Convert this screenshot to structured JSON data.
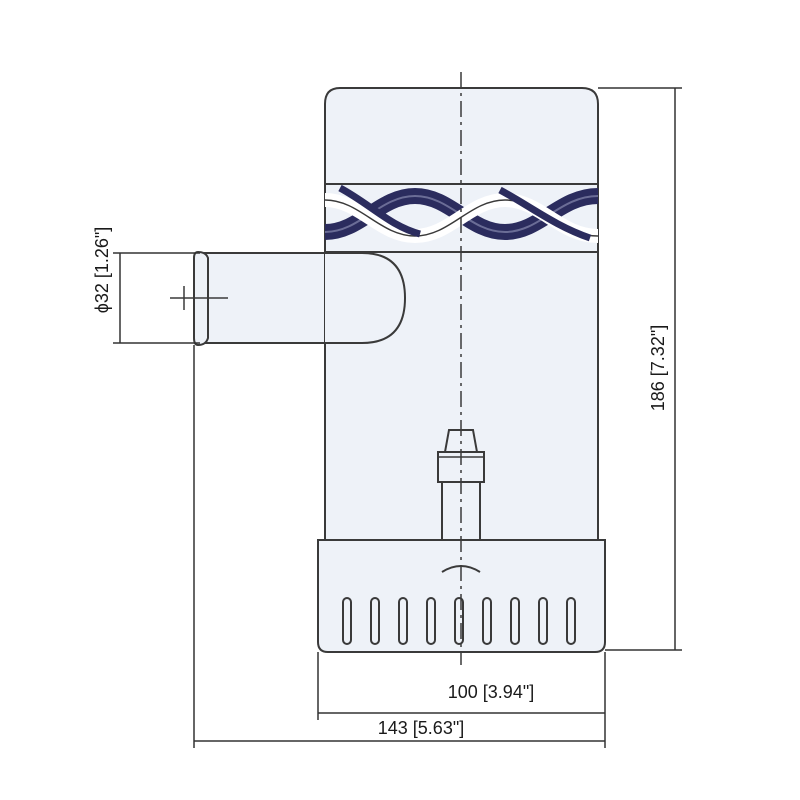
{
  "dimensions": {
    "height_label": "186 [7.32\"]",
    "outlet_diameter_label": "ϕ32 [1.26\"]",
    "body_width_label": "100 [3.94\"]",
    "overall_width_label": "143 [5.63\"]"
  },
  "colors": {
    "body_fill": "#eef2f8",
    "outline": "#3a3a3a",
    "band_dark": "#2b2c5e",
    "band_light": "#eef2f8",
    "dim_line": "#333333"
  }
}
